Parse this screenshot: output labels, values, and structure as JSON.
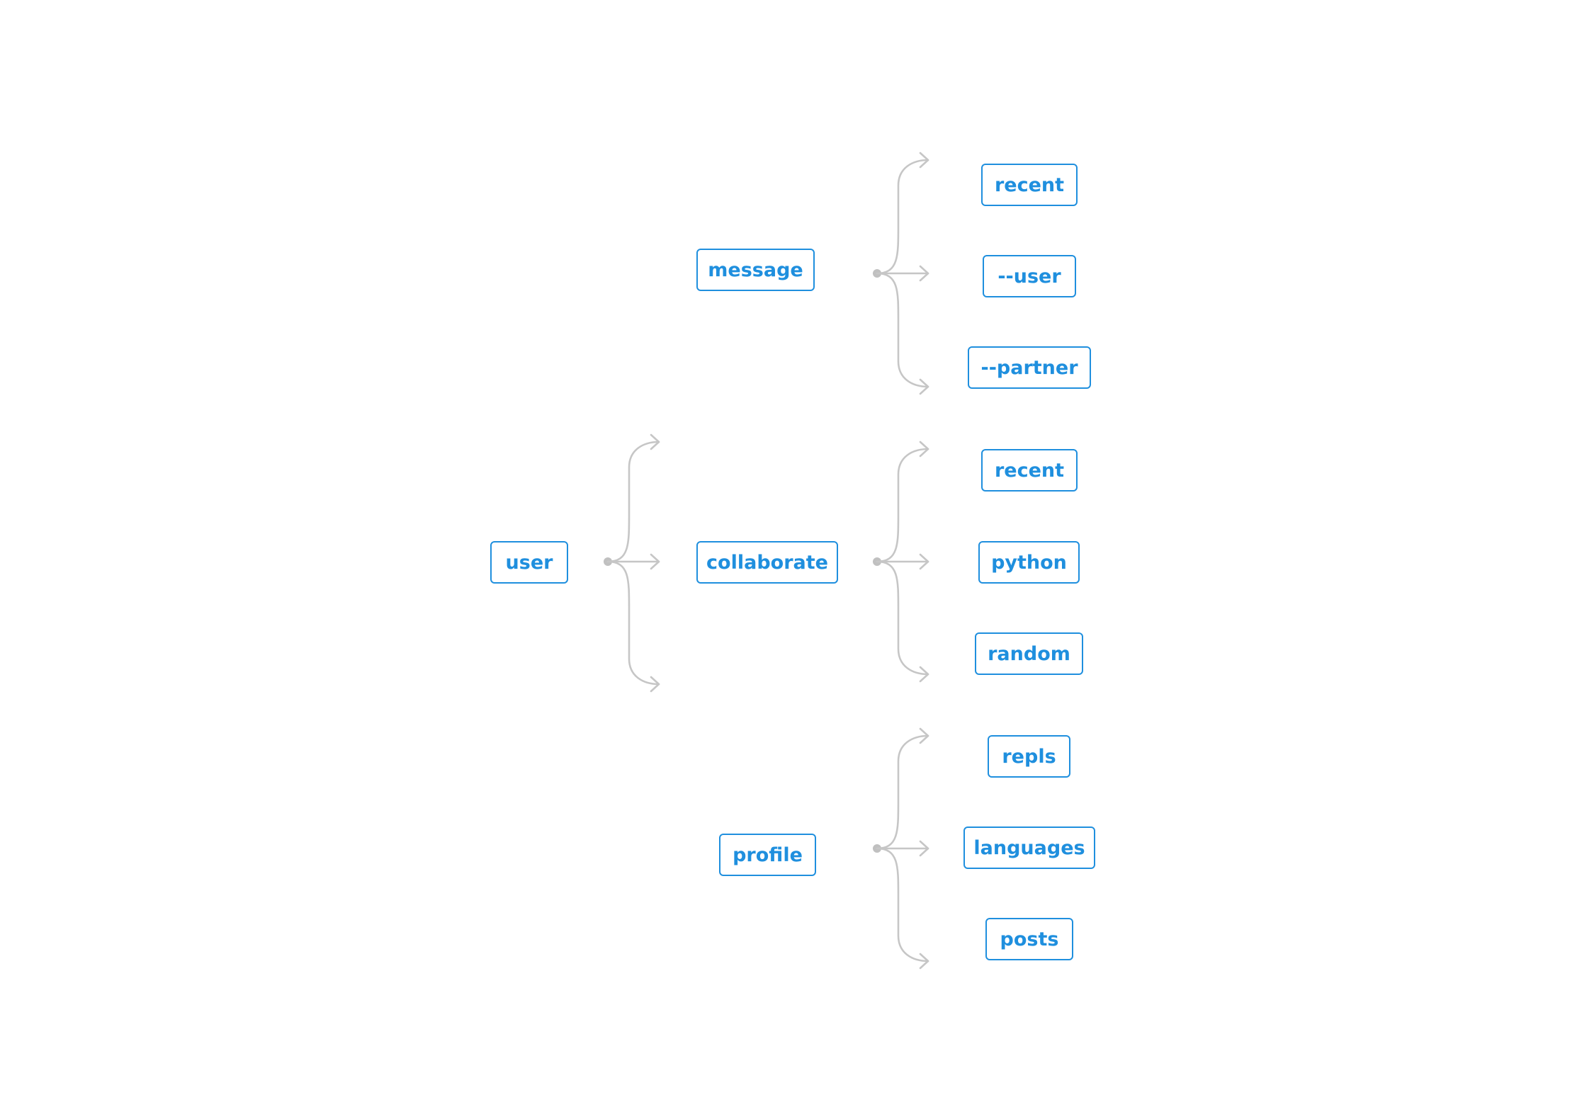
{
  "colors": {
    "node_border": "#1f8fde",
    "node_text": "#1f8fde",
    "connector": "#c6c6c6",
    "background": "#ffffff"
  },
  "tree": {
    "root": {
      "label": "user",
      "children": [
        {
          "label": "message",
          "children": [
            {
              "label": "recent"
            },
            {
              "label": "--user"
            },
            {
              "label": "--partner"
            }
          ]
        },
        {
          "label": "collaborate",
          "children": [
            {
              "label": "recent"
            },
            {
              "label": "python"
            },
            {
              "label": "random"
            }
          ]
        },
        {
          "label": "profile",
          "children": [
            {
              "label": "repls"
            },
            {
              "label": "languages"
            },
            {
              "label": "posts"
            }
          ]
        }
      ]
    }
  }
}
